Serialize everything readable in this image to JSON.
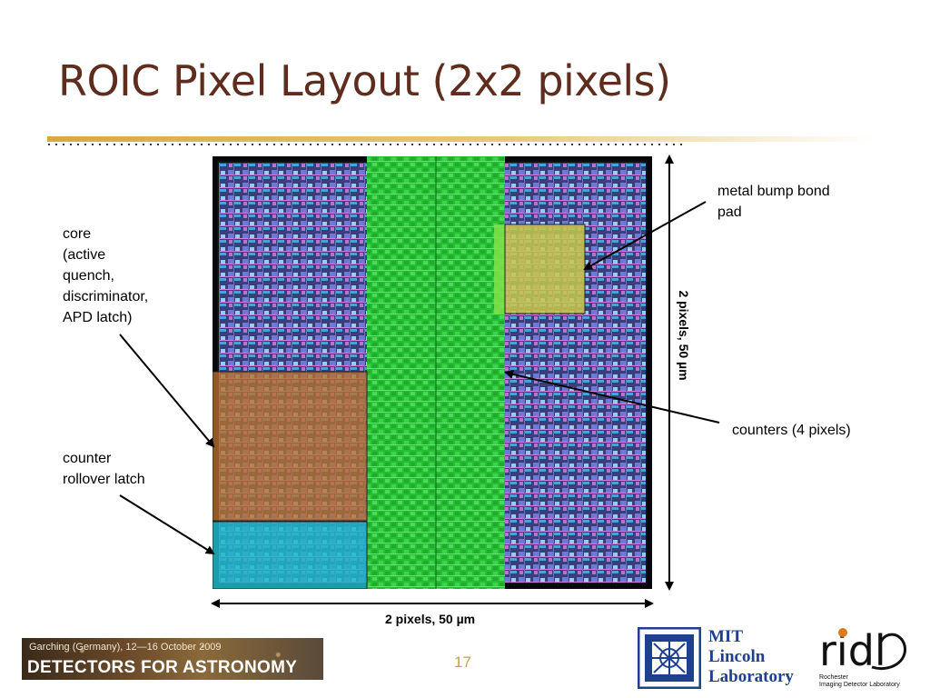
{
  "slide": {
    "title": "ROIC Pixel Layout (2x2 pixels)",
    "page_number": "17"
  },
  "callouts": {
    "core": [
      "core",
      "(active",
      "quench,",
      "discriminator,",
      "APD latch)"
    ],
    "rollover": [
      "counter",
      "rollover latch"
    ],
    "bump": [
      "metal bump bond",
      "pad"
    ],
    "counters": "counters (4 pixels)"
  },
  "dimensions": {
    "horizontal": "2 pixels, 50 µm",
    "vertical": "2 pixels, 50 µm"
  },
  "footer": {
    "conference_place": "Garching (Germany), 12—16 October 2009",
    "conference_name": "DETECTORS FOR ASTRONOMY",
    "mit": [
      "MIT",
      "Lincoln",
      "Laboratory"
    ],
    "ridl_mark": "ridl",
    "ridl_sub": [
      "Rochester",
      "Imaging Detector Laboratory"
    ]
  },
  "colors": {
    "title": "#5e2d1e",
    "core_region": "#b8722a",
    "rollover_region": "#1fb8c8",
    "bump_pad": "#c8c84a",
    "counter_region": "#2ecc3a",
    "page_number": "#c8a050"
  },
  "icons": {
    "mit_logo": "mit-lincoln-lab-logo",
    "ridl_logo": "ridl-logo"
  }
}
